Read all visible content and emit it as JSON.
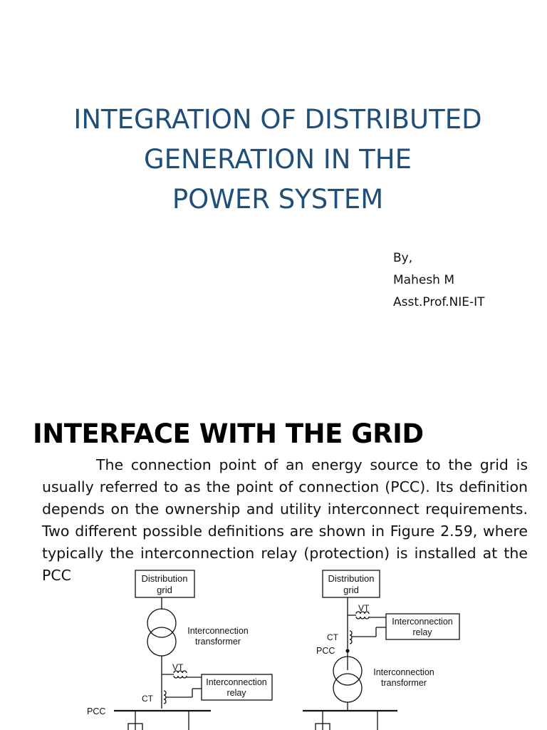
{
  "slide1": {
    "title_lines": [
      "INTEGRATION  OF DISTRIBUTED",
      "GENERATION IN THE",
      "POWER SYSTEM"
    ],
    "byline": [
      "By,",
      "Mahesh M",
      "Asst.Prof.NIE-IT"
    ]
  },
  "slide2": {
    "heading": "INTERFACE WITH THE GRID",
    "paragraph": "The connection point of an energy source to the grid is usually referred to as the point of connection (PCC). Its definition depends on the ownership and utility interconnect requirements. Two different possible definitions are shown in Figure 2.59, where typically the interconnection relay (protection) is installed at the PCC",
    "figure": {
      "left": {
        "grid_label": [
          "Distribution",
          "grid"
        ],
        "transformer_label": [
          "Interconnection",
          "transformer"
        ],
        "vt": "VT",
        "ct": "CT",
        "relay_label": [
          "Interconnection",
          "relay"
        ],
        "pcc": "PCC"
      },
      "right": {
        "grid_label": [
          "Distribution",
          "grid"
        ],
        "vt": "VT",
        "ct": "CT",
        "pcc": "PCC",
        "relay_label": [
          "Interconnection",
          "relay"
        ],
        "transformer_label": [
          "Interconnection",
          "transformer"
        ]
      }
    }
  },
  "colors": {
    "title": "#1f4e79",
    "text": "#111111",
    "background": "#ffffff"
  }
}
